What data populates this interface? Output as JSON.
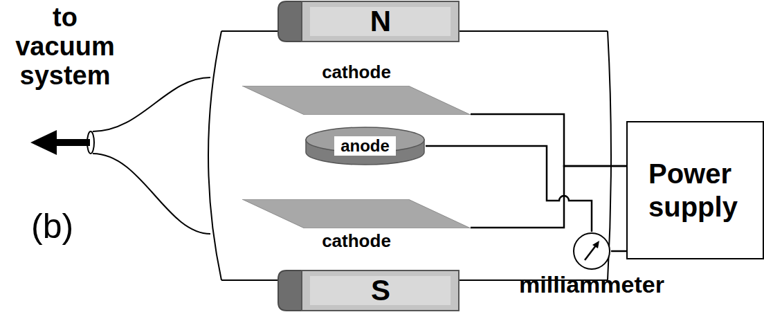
{
  "diagram": {
    "nodes": [
      {
        "text": [
          "N"
        ]
      },
      {
        "text": [
          "cathode"
        ]
      },
      {
        "text": [
          "anode"
        ]
      },
      {
        "text": [
          "cathode"
        ]
      },
      {
        "text": [
          "S"
        ]
      },
      {
        "text": [
          "Power supply"
        ]
      },
      {
        "text": [
          "milliammeter"
        ]
      }
    ],
    "edges": [
      {
        "from": 1,
        "to": 5,
        "arrow": "none"
      },
      {
        "from": 3,
        "to": 5,
        "arrow": "none"
      },
      {
        "from": 2,
        "to": 6,
        "arrow": "none"
      },
      {
        "from": 6,
        "to": 5,
        "arrow": "none"
      }
    ],
    "labels": [
      "to vacuum system",
      "(b)"
    ]
  }
}
